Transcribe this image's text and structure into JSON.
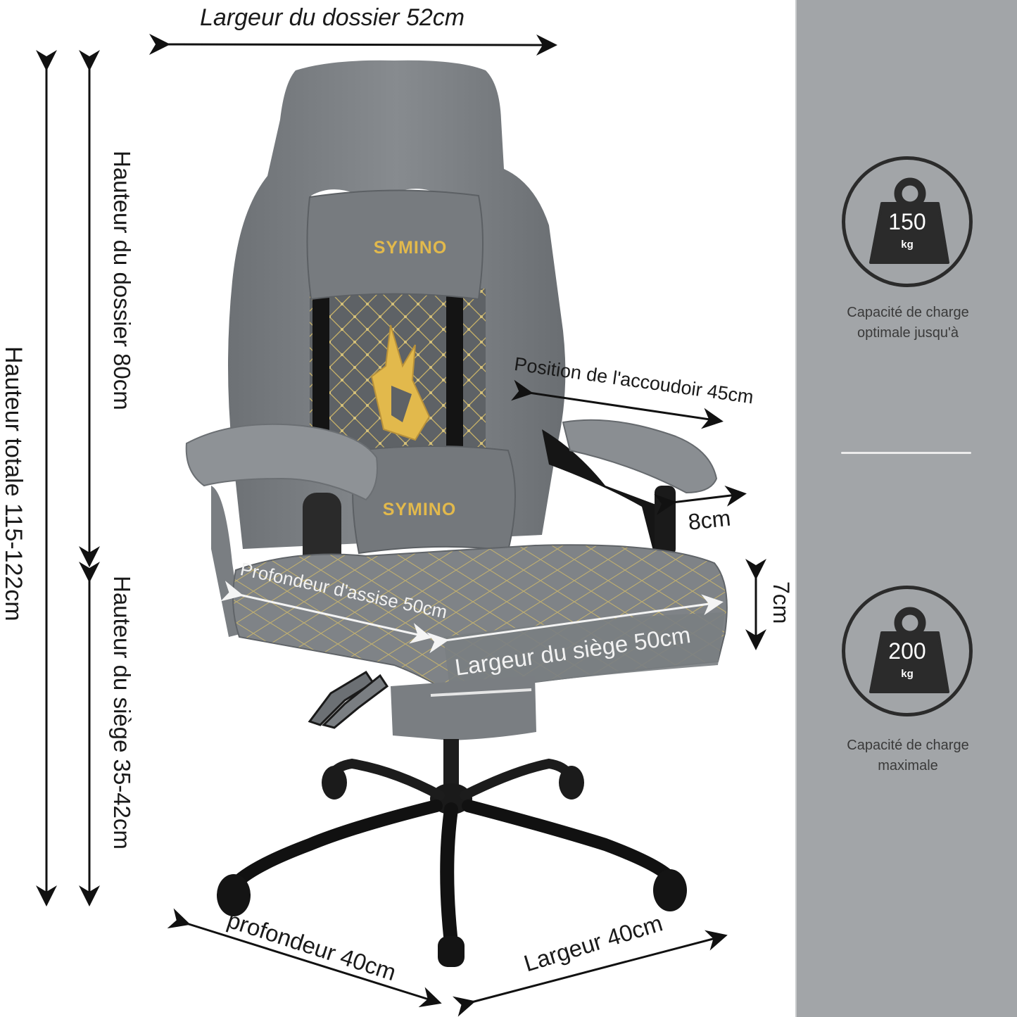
{
  "product": {
    "brand": "SYMINO",
    "colors": {
      "upholstery": "#7c8084",
      "upholstery_dark": "#5f6367",
      "stitching": "#d8bf6a",
      "logo_gold": "#e2b94c",
      "frame": "#151515",
      "panel_bg": "#a2a5a8",
      "arrow": "#111111"
    }
  },
  "dimensions": {
    "backrest_width": "Largeur du dossier 52cm",
    "backrest_height": "Hauteur du dossier 80cm",
    "total_height": "Hauteur totale 115-122cm",
    "seat_height": "Hauteur du siège 35-42cm",
    "armrest_position": "Position de l'accoudoir 45cm",
    "armrest_width": "8cm",
    "seat_thickness": "7cm",
    "seat_depth": "Profondeur d'assise 50cm",
    "seat_width": "Largeur du siège 50cm",
    "base_depth": "profondeur 40cm",
    "base_width": "Largeur 40cm"
  },
  "side_panel": {
    "badges": [
      {
        "icon": "weight-icon",
        "value": "150",
        "unit": "kg",
        "caption_line1": "Capacité de charge",
        "caption_line2": "optimale jusqu'à"
      },
      {
        "icon": "weight-icon",
        "value": "200",
        "unit": "kg",
        "caption_line1": "Capacité de charge",
        "caption_line2": "maximale"
      }
    ]
  }
}
